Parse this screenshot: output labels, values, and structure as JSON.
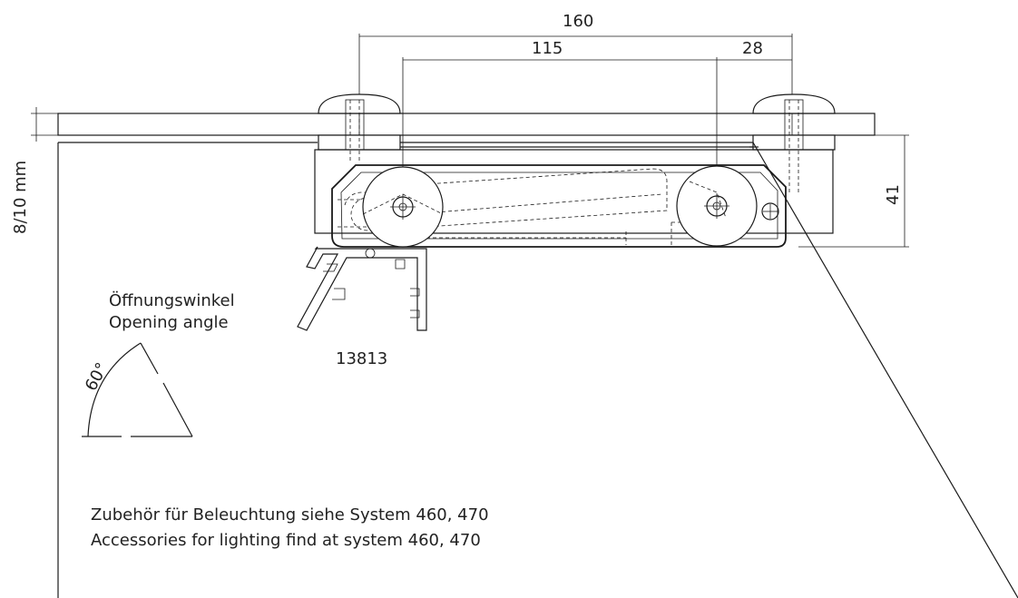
{
  "dimensions": {
    "overall": "160",
    "axle_spacing": "115",
    "offset": "28",
    "height": "41",
    "glass_thickness": "8/10 mm"
  },
  "opening_angle": {
    "label_de": "Öffnungswinkel",
    "label_en": "Opening angle",
    "value": "60°"
  },
  "profile": {
    "part_number": "13813"
  },
  "notes": {
    "line_de": "Zubehör für Beleuchtung siehe System 460, 470",
    "line_en": "Accessories for lighting find at system 460, 470"
  }
}
